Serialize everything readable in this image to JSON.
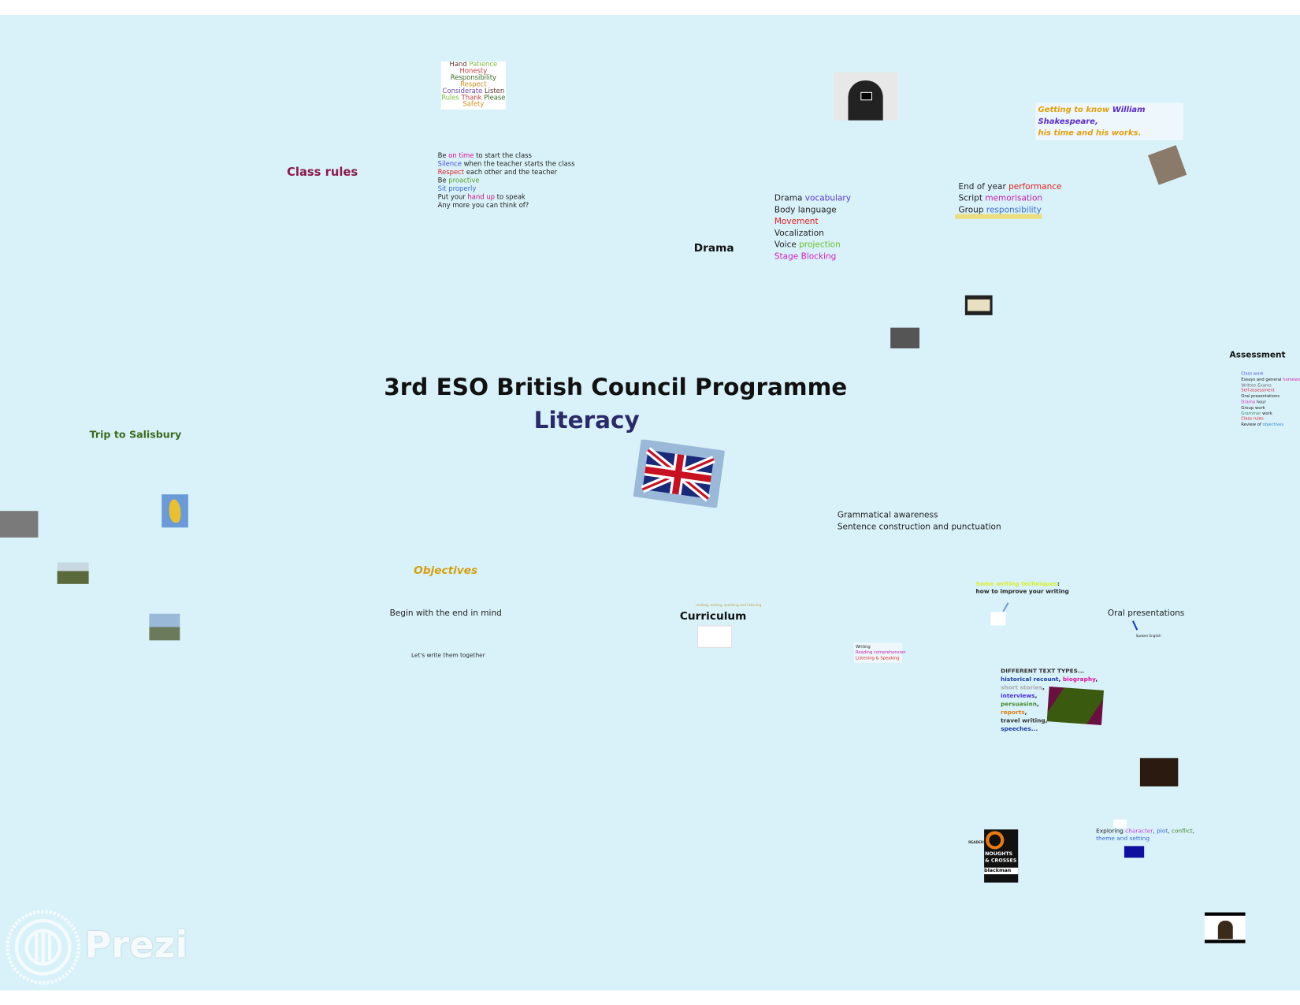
{
  "title": "3rd ESO British Council Programme",
  "subtitle": "Literacy",
  "class_rules": {
    "heading": "Class rules",
    "lines": [
      [
        {
          "t": "Be "
        },
        {
          "t": "on time",
          "c": "#e0109a"
        },
        {
          "t": " to start the class"
        }
      ],
      [
        {
          "t": "Silence",
          "c": "#4a4ae0"
        },
        {
          "t": " when the teacher starts the class"
        }
      ],
      [
        {
          "t": "Respect",
          "c": "#e01e1e"
        },
        {
          "t": " each other and the teacher"
        }
      ],
      [
        {
          "t": "Be "
        },
        {
          "t": "proactive",
          "c": "#5aa02a"
        }
      ],
      [
        {
          "t": "Sit properly",
          "c": "#3a6ad0"
        }
      ],
      [
        {
          "t": "Put your "
        },
        {
          "t": "hand up",
          "c": "#c0107a"
        },
        {
          "t": " to speak"
        }
      ],
      [
        {
          "t": "Any more you can think of?"
        }
      ]
    ]
  },
  "drama": {
    "heading": "Drama",
    "lines": [
      [
        {
          "t": "Drama "
        },
        {
          "t": "vocabulary",
          "c": "#5a3ad0"
        }
      ],
      [
        {
          "t": "Body language"
        }
      ],
      [
        {
          "t": "Movement",
          "c": "#e01e1e"
        }
      ],
      [
        {
          "t": "Vocalization"
        }
      ],
      [
        {
          "t": "Voice "
        },
        {
          "t": "projection",
          "c": "#6ac02a"
        }
      ],
      [
        {
          "t": "Stage Blocking",
          "c": "#d020c0"
        }
      ]
    ]
  },
  "performance": {
    "lines": [
      [
        {
          "t": "End of year "
        },
        {
          "t": "performance",
          "c": "#e01e1e"
        }
      ],
      [
        {
          "t": "Script "
        },
        {
          "t": "memorisation",
          "c": "#c020b0"
        }
      ],
      [
        {
          "t": "Group "
        },
        {
          "t": "responsibility",
          "c": "#3a6ad0"
        }
      ]
    ]
  },
  "shakespeare": {
    "lines": [
      [
        {
          "t": "Getting to know ",
          "c": "#e0a010"
        },
        {
          "t": "William",
          "c": "#5a2ad0"
        }
      ],
      [
        {
          "t": "Shakespeare,",
          "c": "#5a2ad0"
        }
      ],
      [
        {
          "t": "his time and his works.",
          "c": "#e0a010"
        }
      ]
    ]
  },
  "assessment": {
    "heading": "Assessment",
    "lines": [
      [
        {
          "t": "Class work",
          "c": "#4a4ae0"
        }
      ],
      [
        {
          "t": "Essays and general "
        },
        {
          "t": "homework",
          "c": "#e020a0"
        }
      ],
      [
        {
          "t": "Written Exams",
          "c": "#666"
        }
      ],
      [
        {
          "t": "Self-assessment",
          "c": "#e01e3e"
        }
      ],
      [
        {
          "t": "Oral presentations"
        }
      ],
      [
        {
          "t": "Drama",
          "c": "#d020c0"
        },
        {
          "t": " hour"
        }
      ],
      [
        {
          "t": "Group work"
        }
      ],
      [
        {
          "t": "Grammar",
          "c": "#3a8a6a"
        },
        {
          "t": " work"
        }
      ],
      [
        {
          "t": "Class rules",
          "c": "#e01e1e"
        }
      ],
      [
        {
          "t": "Review of "
        },
        {
          "t": "objectives",
          "c": "#3a8ad0"
        }
      ]
    ]
  },
  "grammar": {
    "lines": [
      "Grammatical awareness",
      "Sentence construction and punctuation"
    ]
  },
  "trip": {
    "heading": "Trip to Salisbury"
  },
  "objectives": {
    "heading": "Objectives",
    "line1": "Begin with the end in mind",
    "line2": "Let's write them together"
  },
  "curriculum": {
    "heading": "Curriculum",
    "caption": "reading, writing, speaking and listening"
  },
  "skills": {
    "lines": [
      [
        {
          "t": "Writing"
        }
      ],
      [
        {
          "t": "Reading comprehension",
          "c": "#c020b0"
        }
      ],
      [
        {
          "t": "Listening & Speaking",
          "c": "#e01e1e"
        }
      ]
    ]
  },
  "writing": {
    "line1": "Some writing techniques",
    "line1_suffix": ":",
    "line2": "how to improve your writing"
  },
  "oral": {
    "heading": "Oral presentations",
    "caption": "Spoken English"
  },
  "text_types": {
    "lines": [
      [
        {
          "t": "DIFFERENT TEXT TYPES...",
          "c": "#333"
        }
      ],
      [
        {
          "t": "historical recount",
          "c": "#1a3aa0"
        },
        {
          "t": ", "
        },
        {
          "t": "biography",
          "c": "#e010a0"
        },
        {
          "t": ","
        }
      ],
      [
        {
          "t": "short stories",
          "c": "#aaa"
        },
        {
          "t": ","
        }
      ],
      [
        {
          "t": "interviews",
          "c": "#4a2ae0"
        },
        {
          "t": ","
        }
      ],
      [
        {
          "t": "persuasion",
          "c": "#4a8a2a"
        },
        {
          "t": ","
        }
      ],
      [
        {
          "t": "reports",
          "c": "#e08010"
        },
        {
          "t": ","
        }
      ],
      [
        {
          "t": "travel writing",
          "c": "#333"
        },
        {
          "t": ","
        }
      ],
      [
        {
          "t": "speeches...",
          "c": "#1a3aa0"
        }
      ]
    ]
  },
  "readers": {
    "label": "READERS",
    "book_lines": [
      "NOUGHTS",
      "& CROSSES",
      "blackman"
    ]
  },
  "exploring": {
    "lines": [
      [
        {
          "t": "Exploring "
        },
        {
          "t": "character",
          "c": "#c040e0"
        },
        {
          "t": ", "
        },
        {
          "t": "plot",
          "c": "#3a6ad0"
        },
        {
          "t": ", "
        },
        {
          "t": "conflict",
          "c": "#4a8a2a"
        },
        {
          "t": ","
        }
      ],
      [
        {
          "t": "theme and setting",
          "c": "#3a6ad0"
        }
      ]
    ]
  },
  "word_cloud": [
    "Hand",
    "Patience",
    "Honesty",
    "Responsibility",
    "Respect",
    "Considerate",
    "Listen",
    "Rules",
    "Thank",
    "Please",
    "Safety"
  ],
  "logo": "Prezi",
  "colors": {
    "background": "#d9f2fa",
    "class_rules": "#8a1a4a",
    "trip": "#3a6a1a",
    "objectives": "#d4a010",
    "subtitle": "#2a2a6a"
  }
}
